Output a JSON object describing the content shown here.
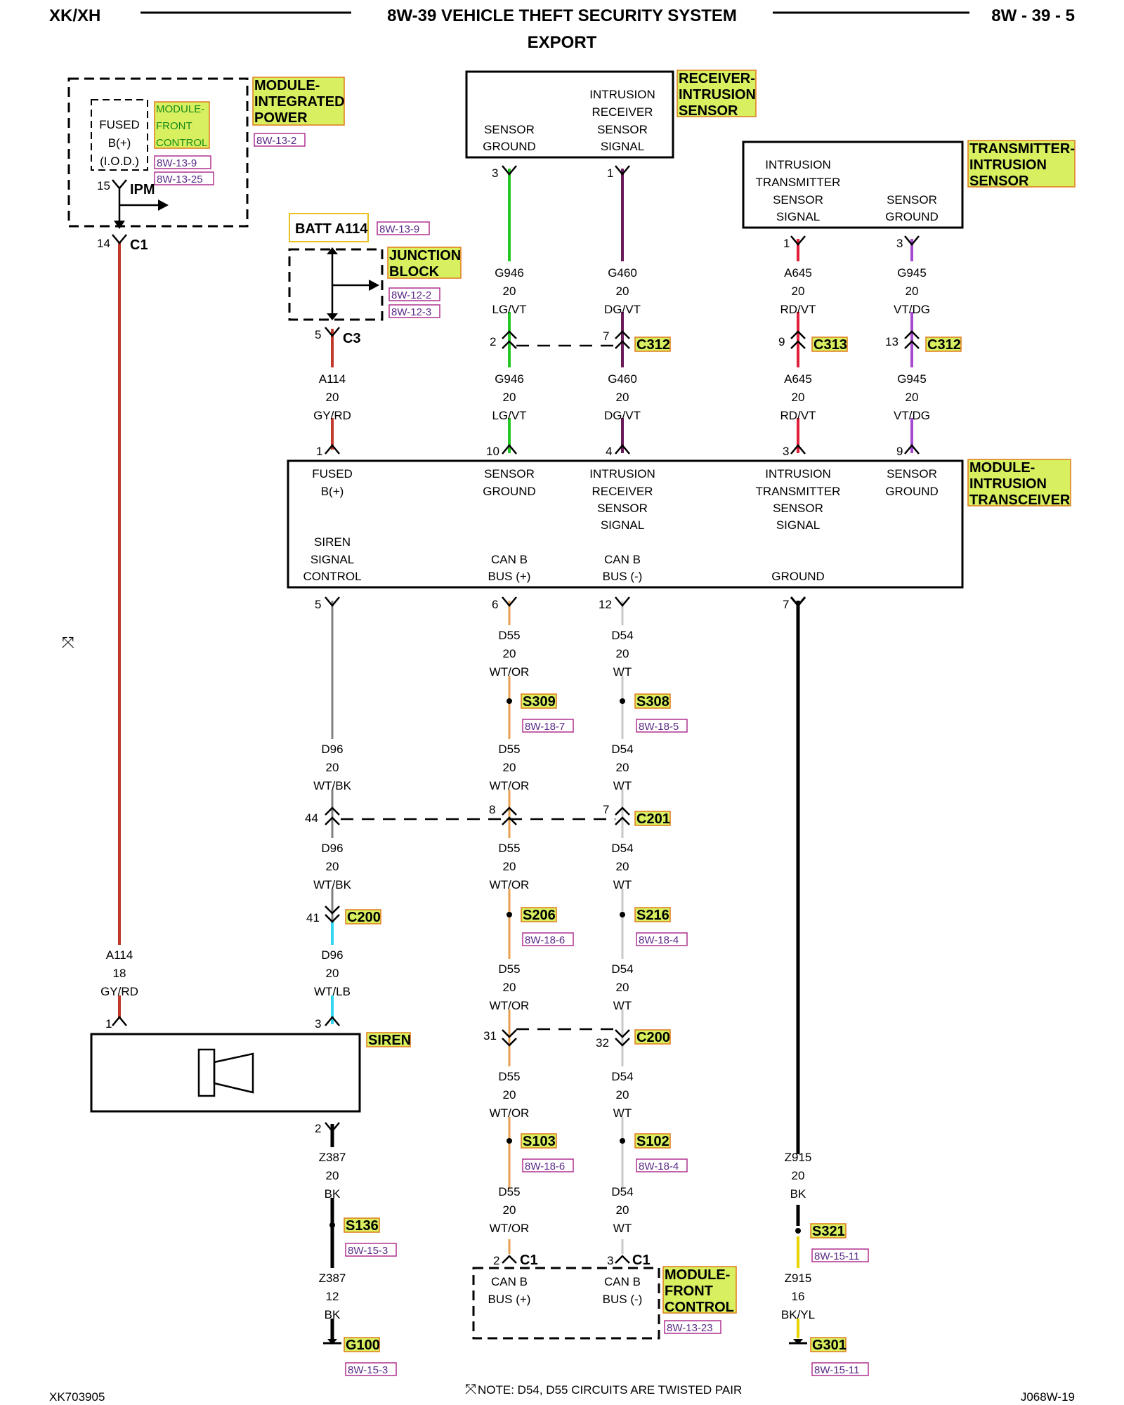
{
  "header": {
    "left": "XK/XH",
    "title": "8W-39 VEHICLE THEFT SECURITY SYSTEM",
    "subtitle": "EXPORT",
    "right": "8W - 39 - 5"
  },
  "footer": {
    "left_code": "XK703905",
    "right_code": "J068W-19",
    "note": "NOTE:  D54, D55   CIRCUITS ARE TWISTED PAIR"
  },
  "twisted_marker": "⤧",
  "components": {
    "ipm": {
      "title": [
        "MODULE-",
        "INTEGRATED",
        "POWER"
      ],
      "ref": "8W-13-2",
      "inner_text": [
        "FUSED",
        "B(+)",
        "(I.O.D.)"
      ],
      "inner_module": [
        "MODULE-",
        "FRONT",
        "CONTROL"
      ],
      "inner_refs": [
        "8W-13-9",
        "8W-13-25"
      ],
      "pin": "15",
      "tag": "IPM"
    },
    "batt": {
      "label": "BATT A114",
      "ref": "8W-13-9"
    },
    "junction_block": {
      "title": [
        "JUNCTION",
        "BLOCK"
      ],
      "refs": [
        "8W-12-2",
        "8W-12-3"
      ]
    },
    "receiver": {
      "title": [
        "RECEIVER-",
        "INTRUSION",
        "SENSOR"
      ],
      "col1": [
        "SENSOR",
        "GROUND"
      ],
      "col2": [
        "INTRUSION",
        "RECEIVER",
        "SENSOR",
        "SIGNAL"
      ]
    },
    "transmitter": {
      "title": [
        "TRANSMITTER-",
        "INTRUSION",
        "SENSOR"
      ],
      "col1": [
        "INTRUSION",
        "TRANSMITTER",
        "SENSOR",
        "SIGNAL"
      ],
      "col2": [
        "SENSOR",
        "GROUND"
      ]
    },
    "transceiver": {
      "title": [
        "MODULE-",
        "INTRUSION",
        "TRANSCEIVER"
      ],
      "fused": [
        "FUSED",
        "B(+)"
      ],
      "sensor_ground_1": [
        "SENSOR",
        "GROUND"
      ],
      "receiver_signal": [
        "INTRUSION",
        "RECEIVER",
        "SENSOR",
        "SIGNAL"
      ],
      "transmitter_signal": [
        "INTRUSION",
        "TRANSMITTER",
        "SENSOR",
        "SIGNAL"
      ],
      "sensor_ground_2": [
        "SENSOR",
        "GROUND"
      ],
      "siren": [
        "SIREN",
        "SIGNAL",
        "CONTROL"
      ],
      "canb_plus": [
        "CAN B",
        "BUS (+)"
      ],
      "canb_minus": [
        "CAN B",
        "BUS (-)"
      ],
      "ground": "GROUND"
    },
    "siren": {
      "title": "SIREN"
    },
    "fcm": {
      "title": [
        "MODULE-",
        "FRONT",
        "CONTROL"
      ],
      "ref": "8W-13-23",
      "col1": [
        "CAN B",
        "BUS (+)"
      ],
      "col2": [
        "CAN B",
        "BUS (-)"
      ]
    }
  },
  "connectors": {
    "c1_ipm": "C1",
    "c3": "C3",
    "c312a": "C312",
    "c313": "C313",
    "c312b": "C312",
    "c201": "C201",
    "c200a": "C200",
    "c200b": "C200",
    "c1_fcm_a": "C1",
    "c1_fcm_b": "C1"
  },
  "splices": {
    "s309": {
      "name": "S309",
      "ref": "8W-18-7"
    },
    "s308": {
      "name": "S308",
      "ref": "8W-18-5"
    },
    "s206": {
      "name": "S206",
      "ref": "8W-18-6"
    },
    "s216": {
      "name": "S216",
      "ref": "8W-18-4"
    },
    "s103": {
      "name": "S103",
      "ref": "8W-18-6"
    },
    "s102": {
      "name": "S102",
      "ref": "8W-18-4"
    },
    "s136": {
      "name": "S136",
      "ref": "8W-15-3"
    },
    "s321": {
      "name": "S321",
      "ref": "8W-15-11"
    },
    "g100": {
      "name": "G100",
      "ref": "8W-15-3"
    },
    "g301": {
      "name": "G301",
      "ref": "8W-15-11"
    }
  },
  "pins": {
    "ipm_c1": "14",
    "c3": "5",
    "rx_gnd": "3",
    "rx_sig": "1",
    "tx_sig": "1",
    "tx_gnd": "3",
    "c312_g946": "2",
    "c312_g460": "7",
    "c313": "9",
    "c312_g945": "13",
    "tc_fused": "1",
    "tc_gnd1": "10",
    "tc_rx": "4",
    "tc_tx": "3",
    "tc_gnd2": "9",
    "tc_siren": "5",
    "tc_canp": "6",
    "tc_canm": "12",
    "tc_ground": "7",
    "c201_d96": "44",
    "c201_d55": "8",
    "c201_d54": "7",
    "c200_d96": "41",
    "siren_a114": "1",
    "siren_d96": "3",
    "siren_z387": "2",
    "c200_d55": "31",
    "c200_d54": "32",
    "fcm_d55": "2",
    "fcm_d54": "3"
  },
  "wires": {
    "g946_top": [
      "G946",
      "20",
      "LG/VT"
    ],
    "g460_top": [
      "G460",
      "20",
      "DG/VT"
    ],
    "a645_top": [
      "A645",
      "20",
      "RD/VT"
    ],
    "g945_top": [
      "G945",
      "20",
      "VT/DG"
    ],
    "a114_mid": [
      "A114",
      "20",
      "GY/RD"
    ],
    "g946_bot": [
      "G946",
      "20",
      "LG/VT"
    ],
    "g460_bot": [
      "G460",
      "20",
      "DG/VT"
    ],
    "a645_bot": [
      "A645",
      "20",
      "RD/VT"
    ],
    "g945_bot": [
      "G945",
      "20",
      "VT/DG"
    ],
    "d55_1": [
      "D55",
      "20",
      "WT/OR"
    ],
    "d54_1": [
      "D54",
      "20",
      "WT"
    ],
    "d96_1": [
      "D96",
      "20",
      "WT/BK"
    ],
    "d55_2": [
      "D55",
      "20",
      "WT/OR"
    ],
    "d54_2": [
      "D54",
      "20",
      "WT"
    ],
    "d96_2": [
      "D96",
      "20",
      "WT/BK"
    ],
    "d55_3": [
      "D55",
      "20",
      "WT/OR"
    ],
    "d54_3": [
      "D54",
      "20",
      "WT"
    ],
    "a114_siren": [
      "A114",
      "18",
      "GY/RD"
    ],
    "d96_3": [
      "D96",
      "20",
      "WT/LB"
    ],
    "d55_4": [
      "D55",
      "20",
      "WT/OR"
    ],
    "d54_4": [
      "D54",
      "20",
      "WT"
    ],
    "d55_5": [
      "D55",
      "20",
      "WT/OR"
    ],
    "d54_5": [
      "D54",
      "20",
      "WT"
    ],
    "z387_1": [
      "Z387",
      "20",
      "BK"
    ],
    "z387_2": [
      "Z387",
      "12",
      "BK"
    ],
    "z915_1": [
      "Z915",
      "20",
      "BK"
    ],
    "z915_2": [
      "Z915",
      "16",
      "BK/YL"
    ]
  },
  "colors": {
    "red": "#c0392b",
    "green": "#22c722",
    "darkgreen_violet": "#6a1b5a",
    "lightred": "#e0203a",
    "violet": "#a64ad0",
    "orange": "#e8a050",
    "lightgray": "#c8c8c8",
    "gray": "#808080",
    "cyan": "#33d6f0",
    "black": "#000000",
    "yellow": "#e8d400",
    "highlight": "#d8f060"
  }
}
